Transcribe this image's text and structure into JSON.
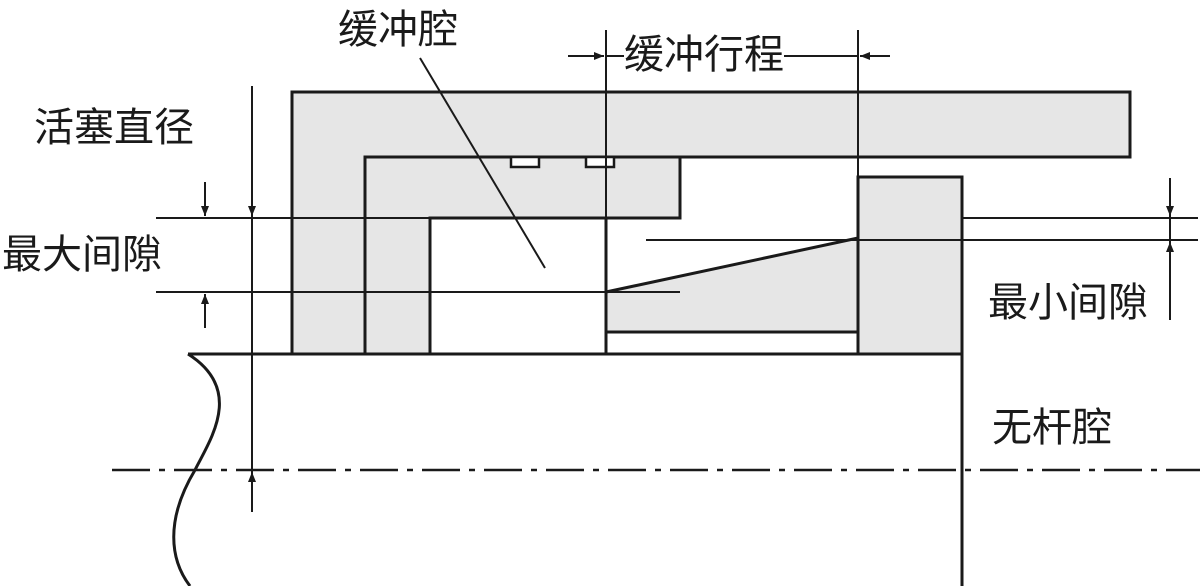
{
  "labels": {
    "buffer_cavity": "缓冲腔",
    "buffer_stroke": "缓冲行程",
    "piston_diameter": "活塞直径",
    "max_gap": "最大间隙",
    "min_gap": "最小间隙",
    "rodless_cavity": "无杆腔"
  },
  "colors": {
    "line": "#1a1a1a",
    "fill": "#e6e6e6",
    "background": "#ffffff"
  }
}
